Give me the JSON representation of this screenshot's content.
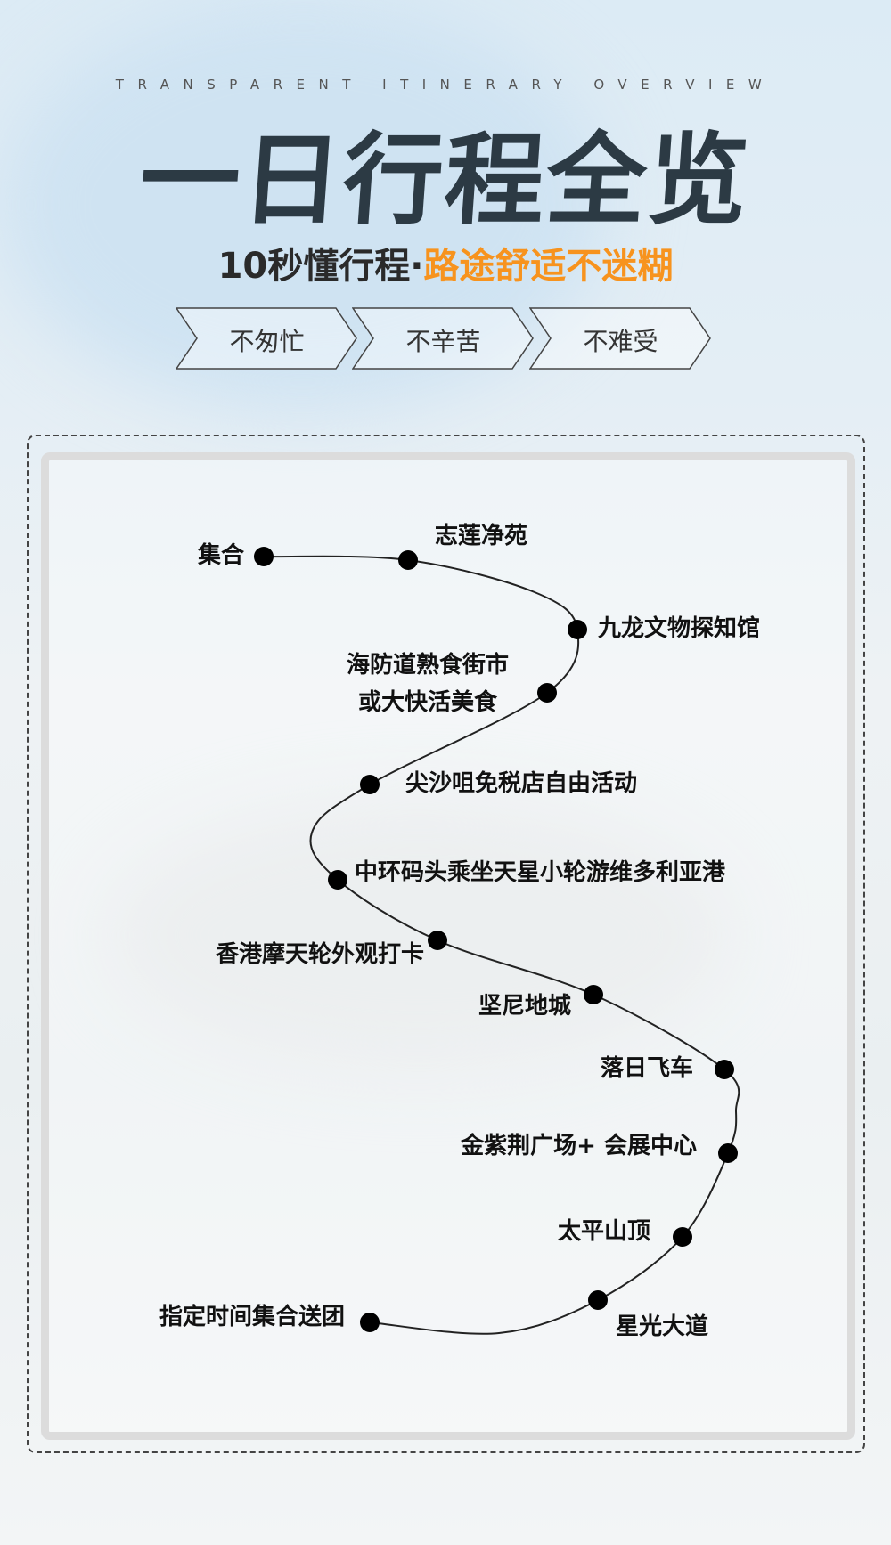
{
  "header": {
    "english_subtitle": "TRANSPARENT ITINERARY OVERVIEW",
    "title": "一日行程全览",
    "tagline_dark": "10秒懂行程·",
    "tagline_orange": "路途舒适不迷糊"
  },
  "badges": [
    "不匆忙",
    "不辛苦",
    "不难受"
  ],
  "colors": {
    "accent": "#f7931e",
    "title": "#2c3a44"
  },
  "itinerary": [
    "集合",
    "志莲净苑",
    "九龙文物探知馆",
    "海防道熟食街市",
    "或大快活美食",
    "尖沙咀免税店自由活动",
    "中环码头乘坐天星小轮游维多利亚港",
    "香港摩天轮外观打卡",
    "坚尼地城",
    "落日飞车",
    "金紫荆广场+ 会展中心",
    "太平山顶",
    "星光大道",
    "指定时间集合送团"
  ]
}
